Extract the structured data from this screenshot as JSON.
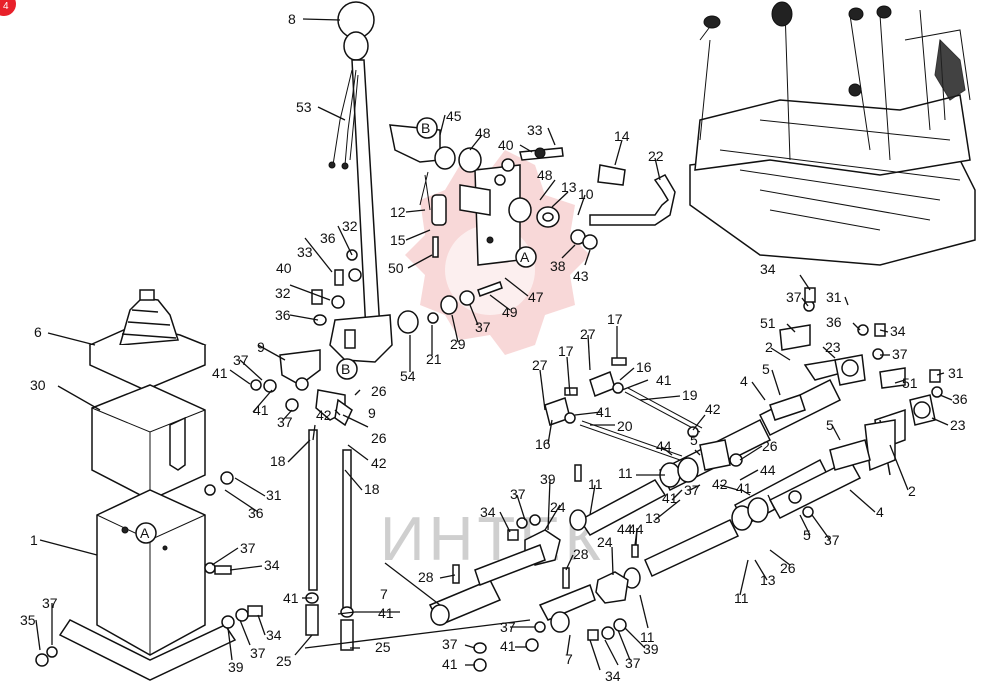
{
  "watermark": {
    "text": "ИНТЕК",
    "color": "#e23b3b"
  },
  "corner_badge": {
    "text": "4",
    "color": "#e8202a"
  },
  "callouts": {
    "a1": "A",
    "a2": "A",
    "b1": "B",
    "b2": "B"
  },
  "labels": [
    {
      "id": "l8",
      "text": "8"
    },
    {
      "id": "l53",
      "text": "53"
    },
    {
      "id": "l45",
      "text": "45"
    },
    {
      "id": "l48a",
      "text": "48"
    },
    {
      "id": "l33a",
      "text": "33"
    },
    {
      "id": "l40a",
      "text": "40"
    },
    {
      "id": "l14",
      "text": "14"
    },
    {
      "id": "l22",
      "text": "22"
    },
    {
      "id": "l48b",
      "text": "48"
    },
    {
      "id": "l13a",
      "text": "13"
    },
    {
      "id": "l10",
      "text": "10"
    },
    {
      "id": "l12",
      "text": "12"
    },
    {
      "id": "l15",
      "text": "15"
    },
    {
      "id": "l50",
      "text": "50"
    },
    {
      "id": "l38",
      "text": "38"
    },
    {
      "id": "l43",
      "text": "43"
    },
    {
      "id": "l47",
      "text": "47"
    },
    {
      "id": "l49",
      "text": "49"
    },
    {
      "id": "l32a",
      "text": "32"
    },
    {
      "id": "l36a",
      "text": "36"
    },
    {
      "id": "l33b",
      "text": "33"
    },
    {
      "id": "l40b",
      "text": "40"
    },
    {
      "id": "l32b",
      "text": "32"
    },
    {
      "id": "l36b",
      "text": "36"
    },
    {
      "id": "l6",
      "text": "6"
    },
    {
      "id": "l9a",
      "text": "9"
    },
    {
      "id": "l37a",
      "text": "37"
    },
    {
      "id": "l41a",
      "text": "41"
    },
    {
      "id": "l30",
      "text": "30"
    },
    {
      "id": "l41b",
      "text": "41"
    },
    {
      "id": "l37b",
      "text": "37"
    },
    {
      "id": "l42a",
      "text": "42"
    },
    {
      "id": "l9b",
      "text": "9"
    },
    {
      "id": "l26a",
      "text": "26"
    },
    {
      "id": "l26b",
      "text": "26"
    },
    {
      "id": "l42b",
      "text": "42"
    },
    {
      "id": "l54",
      "text": "54"
    },
    {
      "id": "l21",
      "text": "21"
    },
    {
      "id": "l29",
      "text": "29"
    },
    {
      "id": "l37c",
      "text": "37"
    },
    {
      "id": "l27a",
      "text": "27"
    },
    {
      "id": "l17a",
      "text": "17"
    },
    {
      "id": "l27b",
      "text": "27"
    },
    {
      "id": "l17b",
      "text": "17"
    },
    {
      "id": "l16a",
      "text": "16"
    },
    {
      "id": "l41c",
      "text": "41"
    },
    {
      "id": "l19",
      "text": "19"
    },
    {
      "id": "l41d",
      "text": "41"
    },
    {
      "id": "l16b",
      "text": "16"
    },
    {
      "id": "l20",
      "text": "20"
    },
    {
      "id": "l42c",
      "text": "42"
    },
    {
      "id": "l44a",
      "text": "44"
    },
    {
      "id": "l5a",
      "text": "5"
    },
    {
      "id": "l11a",
      "text": "11"
    },
    {
      "id": "l26c",
      "text": "26"
    },
    {
      "id": "l44b",
      "text": "44"
    },
    {
      "id": "l34a",
      "text": "34"
    },
    {
      "id": "l37d",
      "text": "37"
    },
    {
      "id": "l31a",
      "text": "31"
    },
    {
      "id": "l36c",
      "text": "36"
    },
    {
      "id": "l34b",
      "text": "34"
    },
    {
      "id": "l51a",
      "text": "51"
    },
    {
      "id": "l2a",
      "text": "2"
    },
    {
      "id": "l23a",
      "text": "23"
    },
    {
      "id": "l37e",
      "text": "37"
    },
    {
      "id": "l4a",
      "text": "4"
    },
    {
      "id": "l5b",
      "text": "5"
    },
    {
      "id": "l51b",
      "text": "51"
    },
    {
      "id": "l31b",
      "text": "31"
    },
    {
      "id": "l36d",
      "text": "36"
    },
    {
      "id": "l23b",
      "text": "23"
    },
    {
      "id": "l5c",
      "text": "5"
    },
    {
      "id": "l2b",
      "text": "2"
    },
    {
      "id": "l4b",
      "text": "4"
    },
    {
      "id": "l18a",
      "text": "18"
    },
    {
      "id": "l18b",
      "text": "18"
    },
    {
      "id": "l31c",
      "text": "31"
    },
    {
      "id": "l36e",
      "text": "36"
    },
    {
      "id": "l1",
      "text": "1"
    },
    {
      "id": "l37f",
      "text": "37"
    },
    {
      "id": "l34c",
      "text": "34"
    },
    {
      "id": "l44c",
      "text": "44"
    },
    {
      "id": "l39a",
      "text": "39"
    },
    {
      "id": "l11b",
      "text": "11"
    },
    {
      "id": "l37g",
      "text": "37"
    },
    {
      "id": "l24a",
      "text": "24"
    },
    {
      "id": "l34d",
      "text": "34"
    },
    {
      "id": "l13b",
      "text": "13"
    },
    {
      "id": "l41e",
      "text": "41"
    },
    {
      "id": "l37h",
      "text": "37"
    },
    {
      "id": "l42d",
      "text": "42"
    },
    {
      "id": "l41f",
      "text": "41"
    },
    {
      "id": "l37i",
      "text": "37"
    },
    {
      "id": "l5d",
      "text": "5"
    },
    {
      "id": "l44d",
      "text": "44"
    },
    {
      "id": "l24b",
      "text": "24"
    },
    {
      "id": "l28a",
      "text": "28"
    },
    {
      "id": "l28b",
      "text": "28"
    },
    {
      "id": "l13c",
      "text": "13"
    },
    {
      "id": "l26d",
      "text": "26"
    },
    {
      "id": "l11c",
      "text": "11"
    },
    {
      "id": "l11d",
      "text": "11"
    },
    {
      "id": "l41g",
      "text": "41"
    },
    {
      "id": "l41h",
      "text": "41"
    },
    {
      "id": "l7a",
      "text": "7"
    },
    {
      "id": "l7b",
      "text": "7"
    },
    {
      "id": "l35",
      "text": "35"
    },
    {
      "id": "l37j",
      "text": "37"
    },
    {
      "id": "l34e",
      "text": "34"
    },
    {
      "id": "l39b",
      "text": "39"
    },
    {
      "id": "l37k",
      "text": "37"
    },
    {
      "id": "l25a",
      "text": "25"
    },
    {
      "id": "l25b",
      "text": "25"
    },
    {
      "id": "l37l",
      "text": "37"
    },
    {
      "id": "l41i",
      "text": "41"
    },
    {
      "id": "l41j",
      "text": "41"
    },
    {
      "id": "l37m",
      "text": "37"
    },
    {
      "id": "l34f",
      "text": "34"
    },
    {
      "id": "l37n",
      "text": "37"
    },
    {
      "id": "l39c",
      "text": "39"
    }
  ]
}
